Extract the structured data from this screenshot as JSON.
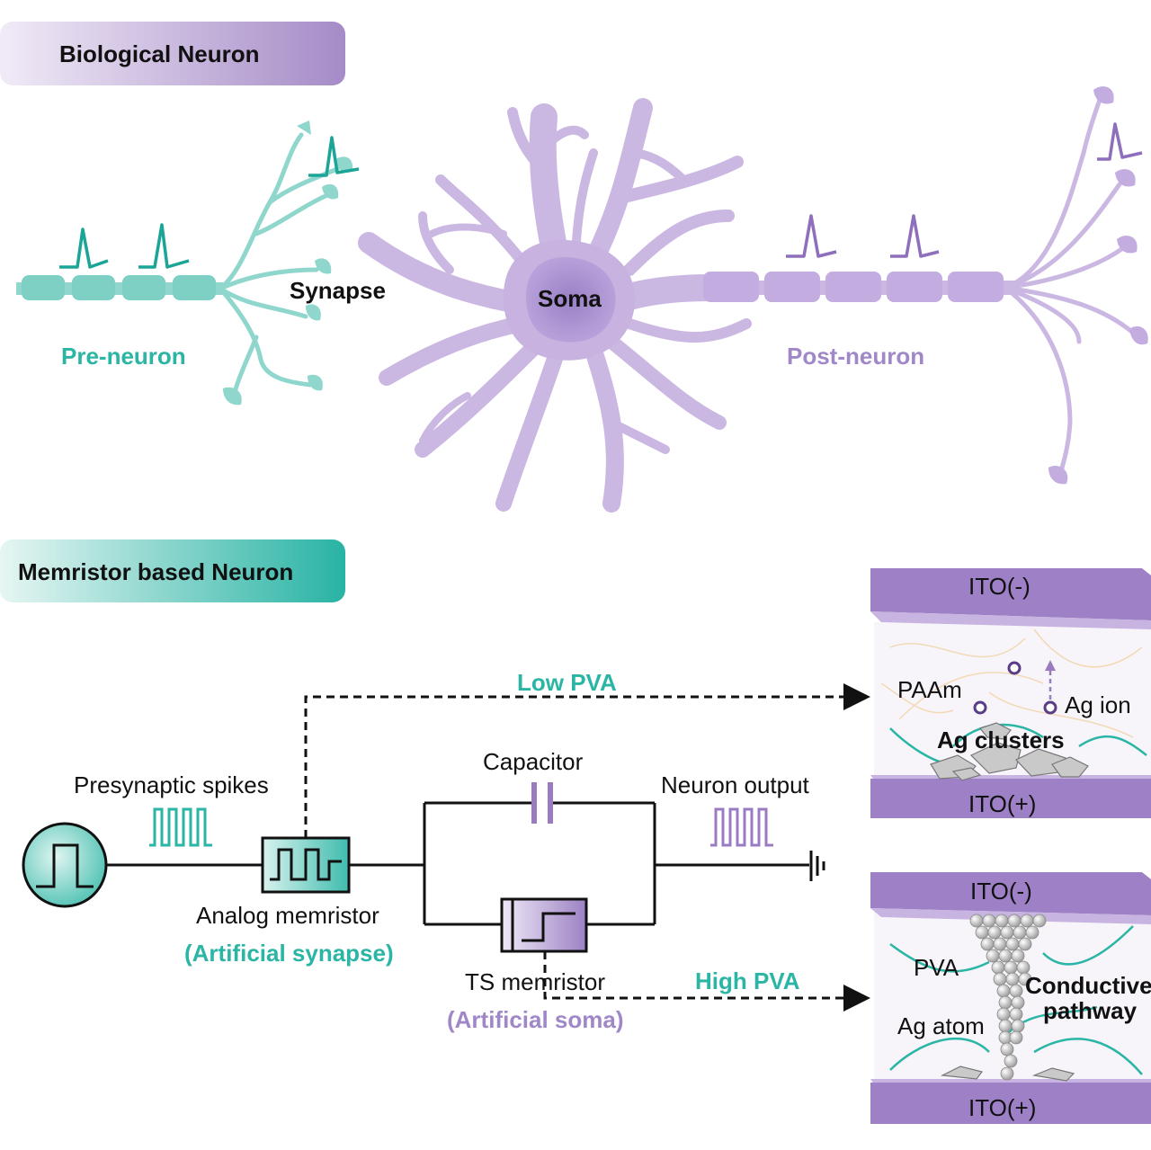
{
  "colors": {
    "teal": "#2ab5a5",
    "teal_light": "#8fd6cc",
    "purple": "#9b7bc0",
    "purple_light": "#cbb8e2",
    "purple_dark": "#a088c8",
    "soma_center": "#a48ccc",
    "text": "#111111",
    "gray": "#c9c9c9"
  },
  "banners": {
    "biological": "Biological Neuron",
    "memristor": "Memristor based Neuron"
  },
  "bio": {
    "synapse": "Synapse",
    "soma": "Soma",
    "pre_neuron": "Pre-neuron",
    "post_neuron": "Post-neuron"
  },
  "circuit": {
    "presynaptic_spikes": "Presynaptic spikes",
    "analog_memristor": "Analog memristor",
    "artificial_synapse": "(Artificial synapse)",
    "capacitor": "Capacitor",
    "neuron_output": "Neuron output",
    "ts_memristor": "TS memristor",
    "artificial_soma": "(Artificial soma)",
    "low_pva": "Low PVA",
    "high_pva": "High PVA"
  },
  "device_top": {
    "ito_top": "ITO(-)",
    "ito_bottom": "ITO(+)",
    "paam": "PAAm",
    "ag_ion": "Ag ion",
    "ag_clusters": "Ag clusters"
  },
  "device_bottom": {
    "ito_top": "ITO(-)",
    "ito_bottom": "ITO(+)",
    "pva": "PVA",
    "ag_atom": "Ag atom",
    "conductive": "Conductive",
    "pathway": "pathway"
  },
  "icons": [
    "spike-icon",
    "square-pulse-icon",
    "ground-icon",
    "arrow-icon"
  ]
}
